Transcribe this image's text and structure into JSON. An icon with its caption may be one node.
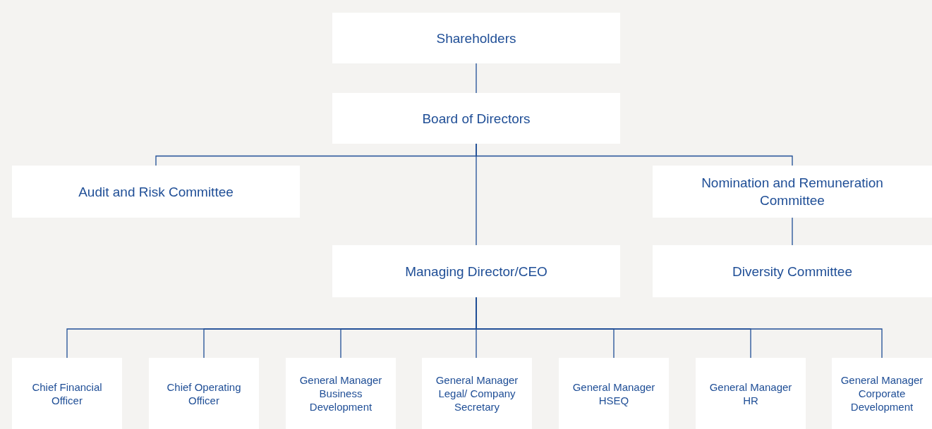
{
  "diagram": {
    "nodes": [
      {
        "text": [
          "Shareholders"
        ]
      },
      {
        "text": [
          "Board of Directors"
        ]
      },
      {
        "text": [
          "Audit and Risk Committee"
        ]
      },
      {
        "text": [
          "Nomination and Remuneration Committee"
        ]
      },
      {
        "text": [
          "Managing Director/CEO"
        ]
      },
      {
        "text": [
          "Diversity Committee"
        ]
      },
      {
        "text": [
          "Chief Financial Officer"
        ]
      },
      {
        "text": [
          "Chief Operating Officer"
        ]
      },
      {
        "text": [
          "General Manager Business Development"
        ]
      },
      {
        "text": [
          "General Manager Legal/ Company Secretary"
        ]
      },
      {
        "text": [
          "General Manager HSEQ"
        ]
      },
      {
        "text": [
          "General Manager HR"
        ]
      },
      {
        "text": [
          "General Manager Corporate Development"
        ]
      }
    ],
    "edges": [
      {
        "from": 0,
        "to": 1,
        "arrow": "none"
      },
      {
        "from": 1,
        "to": 2,
        "arrow": "none"
      },
      {
        "from": 1,
        "to": 3,
        "arrow": "none"
      },
      {
        "from": 1,
        "to": 4,
        "arrow": "none"
      },
      {
        "from": 3,
        "to": 5,
        "arrow": "none"
      },
      {
        "from": 4,
        "to": 6,
        "arrow": "none"
      },
      {
        "from": 4,
        "to": 7,
        "arrow": "none"
      },
      {
        "from": 4,
        "to": 8,
        "arrow": "none"
      },
      {
        "from": 4,
        "to": 9,
        "arrow": "none"
      },
      {
        "from": 4,
        "to": 10,
        "arrow": "none"
      },
      {
        "from": 4,
        "to": 11,
        "arrow": "none"
      },
      {
        "from": 4,
        "to": 12,
        "arrow": "none"
      }
    ]
  }
}
